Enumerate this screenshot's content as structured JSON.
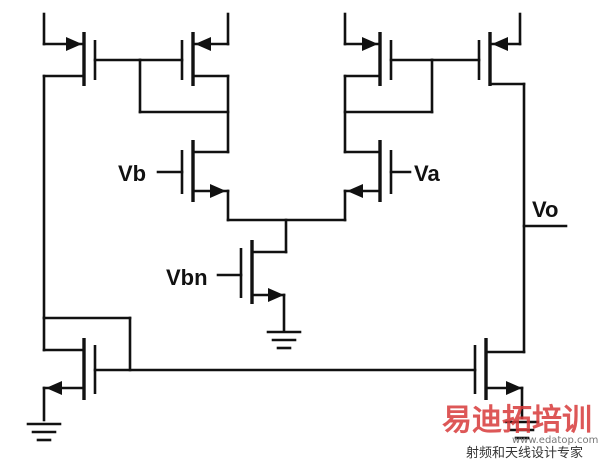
{
  "labels": {
    "vb": "Vb",
    "va": "Va",
    "vbn": "Vbn",
    "vo": "Vo"
  },
  "watermark": {
    "brand": "易迪拓培训",
    "tagline": "射频和天线设计专家",
    "url": "www.edatop.com"
  },
  "colors": {
    "ink": "#111111",
    "watermark": "#d83a3a"
  }
}
